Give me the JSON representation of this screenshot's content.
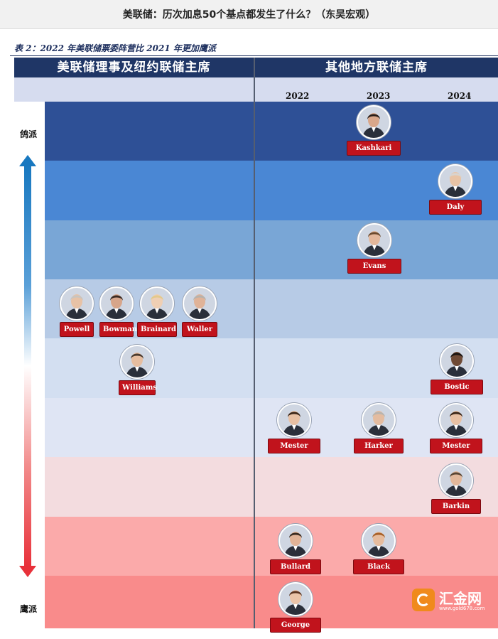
{
  "header": {
    "page_title": "美联储：历次加息50个基点都发生了什么？（东吴宏观）"
  },
  "figure": {
    "caption": "表 2：2022 年美联储票委阵营比 2021 年更加鹰派",
    "left_column_title": "美联储理事及纽约联储主席",
    "right_column_title": "其他地方联储主席",
    "years": [
      "2022",
      "2023",
      "2024"
    ],
    "top_label": "鸽派",
    "bottom_label": "鹰派"
  },
  "band_colors": [
    "#2e5096",
    "#4a87d4",
    "#79a6d6",
    "#b7cbe6",
    "#d3dff1",
    "#dfe5f4",
    "#f3dcdf",
    "#fbaaaa",
    "#f98b8b"
  ],
  "people": [
    {
      "name": "Kashkari"
    },
    {
      "name": "Daly"
    },
    {
      "name": "Evans"
    },
    {
      "name": "Powell"
    },
    {
      "name": "Bowman"
    },
    {
      "name": "Brainard"
    },
    {
      "name": "Waller"
    },
    {
      "name": "Williams"
    },
    {
      "name": "Bostic"
    },
    {
      "name": "Mester"
    },
    {
      "name": "Harker"
    },
    {
      "name": "Mester"
    },
    {
      "name": "Barkin"
    },
    {
      "name": "Bullard"
    },
    {
      "name": "Black"
    },
    {
      "name": "George"
    }
  ],
  "watermark": {
    "text": "汇金网",
    "url": "www.gold678.com"
  }
}
